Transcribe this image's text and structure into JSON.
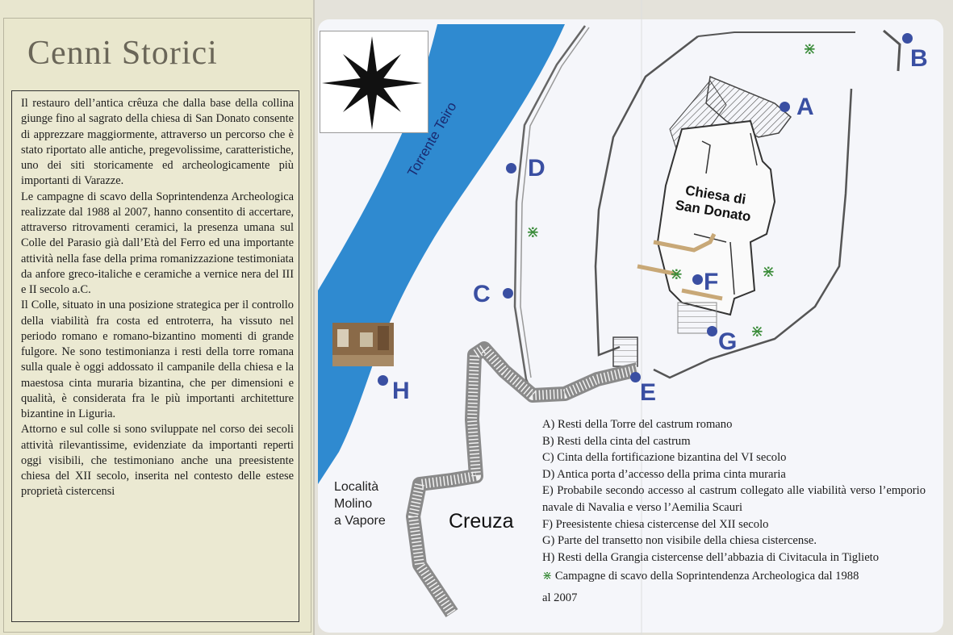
{
  "left_panel": {
    "title": "Cenni Storici",
    "paragraphs": [
      "Il restauro dell’antica crêuza  che dalla base della collina giunge fino al sagrato della chiesa di San Donato consente di apprezzare maggiormente, attraverso un percorso che è stato riportato alle antiche, pregevolissime, caratteristiche, uno dei siti storicamente ed archeologicamente più importanti di Varazze.",
      "Le campagne di scavo della Soprintendenza Archeologica realizzate dal 1988 al 2007, hanno consentito di accertare, attraverso ritrovamenti ceramici, la presenza umana sul Colle del Parasio già dall’Età del Ferro ed una importante attività nella fase della prima romanizzazione testimoniata da anfore greco-italiche e ceramiche a vernice nera del III e II secolo a.C.",
      "Il Colle, situato in una posizione strategica per il controllo della viabilità fra costa ed entroterra, ha vissuto nel periodo romano e romano-bizantino momenti di grande fulgore. Ne sono testimonianza i resti della torre romana sulla quale è oggi addossato il campanile della chiesa e la maestosa cinta muraria bizantina, che per dimensioni e qualità, è considerata fra le più importanti architetture bizantine in Liguria.",
      "Attorno e sul colle si sono sviluppate nel corso dei secoli attività rilevantissime, evidenziate da importanti reperti oggi visibili, che testimoniano anche una preesistente chiesa del XII secolo, inserita nel contesto delle estese proprietà cistercensi"
    ]
  },
  "map": {
    "river_label": "Torrente Teiro",
    "church_label_1": "Chiesa di",
    "church_label_2": "San Donato",
    "localita_1": "Località",
    "localita_2": "Molino",
    "localita_3": "a Vapore",
    "creuza_label": "Creuza",
    "markers": {
      "A": "A",
      "B": "B",
      "C": "C",
      "D": "D",
      "E": "E",
      "F": "F",
      "G": "G",
      "H": "H"
    },
    "excavation_symbol": "⋇",
    "colors": {
      "marker": "#3a4fa2",
      "river": "#2f8ad0",
      "excavation": "#3b8c3a"
    }
  },
  "legend": {
    "items": [
      "A) Resti della Torre del castrum romano",
      "B) Resti della cinta del castrum",
      "C) Cinta della fortificazione bizantina del VI secolo",
      "D) Antica porta d’accesso della prima cinta muraria",
      "E) Probabile secondo accesso al castrum collegato alle viabilità verso l’emporio navale di Navalia e verso l’Aemilia Scauri",
      "F) Preesistente chiesa cistercense del XII secolo",
      "G) Parte del transetto non visibile della chiesa cistercense.",
      "H) Resti della Grangia cistercense dell’abbazia di Civitacula in Tiglieto"
    ],
    "excavation_note": "Campagne di scavo della Soprintendenza Archeologica dal 1988",
    "excavation_note_end": "al 2007"
  }
}
